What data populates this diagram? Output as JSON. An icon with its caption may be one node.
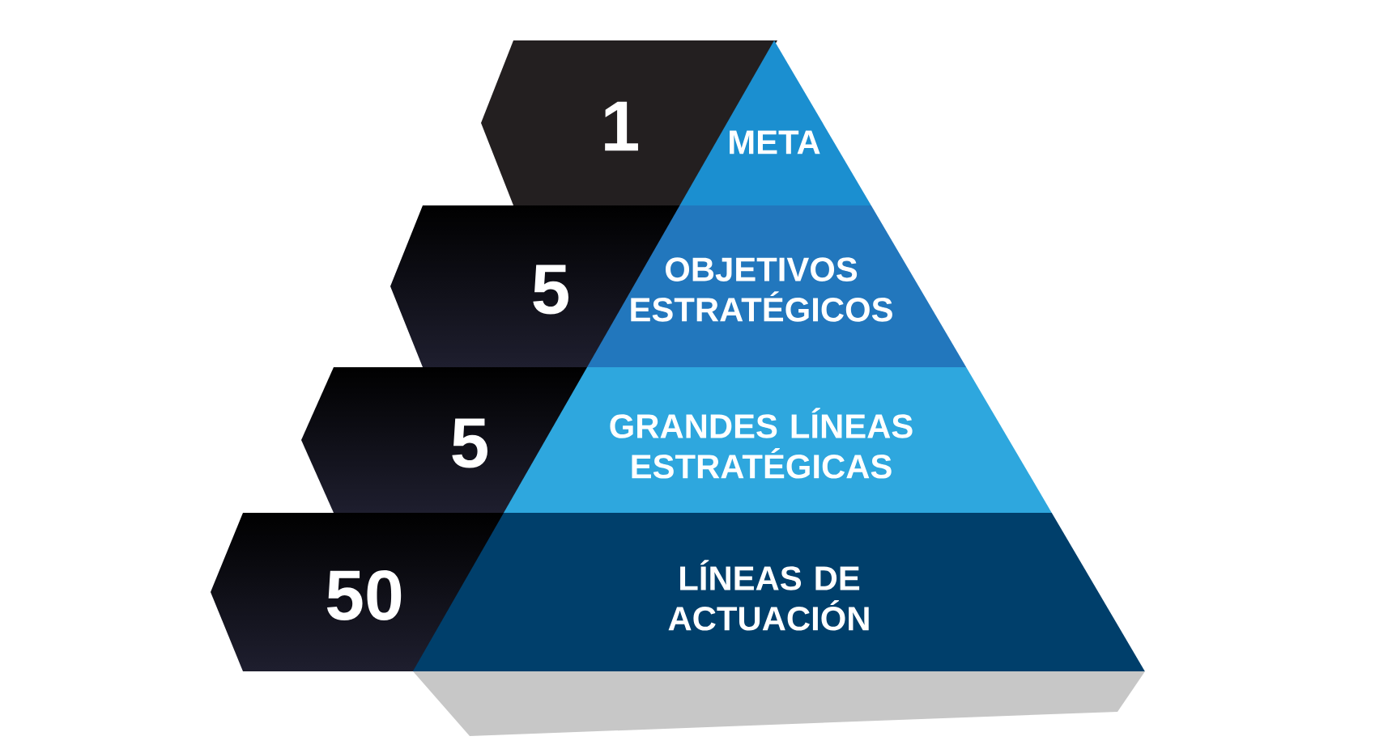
{
  "diagram": {
    "nodes": [
      {
        "text": [
          "1"
        ]
      },
      {
        "text": [
          "META"
        ]
      },
      {
        "text": [
          "5"
        ]
      },
      {
        "text": [
          "OBJETIVOS ESTRATÉGICOS"
        ]
      },
      {
        "text": [
          "5"
        ]
      },
      {
        "text": [
          "GRANDES LÍNEAS ESTRATÉGICAS"
        ]
      },
      {
        "text": [
          "50"
        ]
      },
      {
        "text": [
          "LÍNEAS DE ACTUACIÓN"
        ]
      }
    ]
  }
}
